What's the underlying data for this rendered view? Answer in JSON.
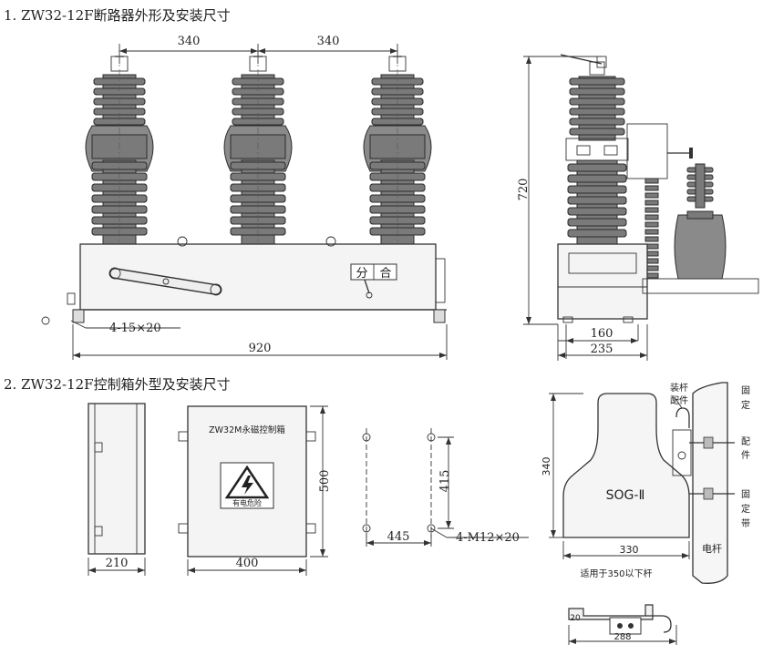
{
  "section1": {
    "title": "1. ZW32-12F断路器外形及安装尺寸",
    "dim_pole_spacing_1": "340",
    "dim_pole_spacing_2": "340",
    "dim_height": "720",
    "dim_frame_width": "920",
    "dim_mount_holes": "4-15×20",
    "dim_side_mount": "160",
    "dim_side_depth": "235",
    "indicator_open": "分",
    "indicator_close": "合"
  },
  "section2": {
    "title": "2. ZW32-12F控制箱外型及安装尺寸",
    "box_label": "ZW32M永磁控制箱",
    "warning_label": "有电危险",
    "dim_box_depth": "210",
    "dim_box_width": "400",
    "dim_box_height": "500",
    "dim_hole_vertical": "415",
    "dim_hole_horizontal": "445",
    "dim_holes": "4-M12×20"
  },
  "bracket": {
    "label_pole_parts": [
      "装杆",
      "配件"
    ],
    "label_fixing_parts": [
      "固",
      "定",
      "配",
      "件"
    ],
    "label_fixing_band": [
      "固",
      "定",
      "带"
    ],
    "label_pole": "电杆",
    "model": "SOG-Ⅱ",
    "dim_height": "340",
    "dim_width": "330",
    "note": "适用于350以下杆",
    "dim_clamp_width": "288",
    "dim_clamp_height": "20"
  }
}
